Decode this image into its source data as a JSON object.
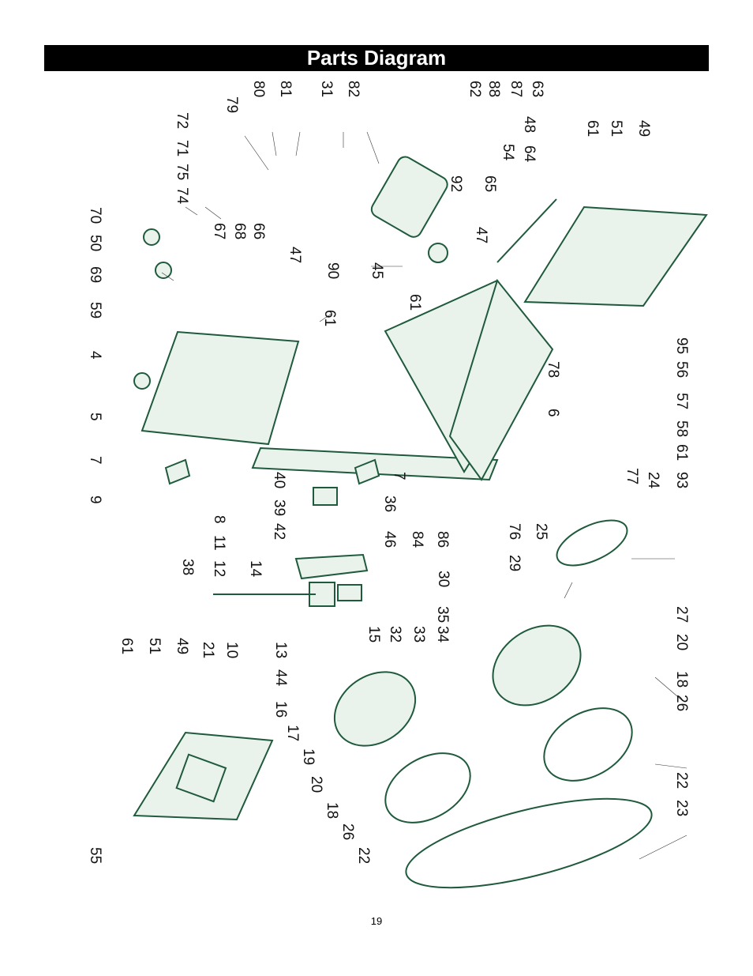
{
  "page": {
    "title": "Parts Diagram",
    "page_number": "19"
  },
  "colors": {
    "part_stroke": "#1f5a3c",
    "part_fill": "#e9f3ec",
    "label": "#111111",
    "title_bar": "#000000",
    "title_text": "#ffffff"
  },
  "callouts": [
    "79",
    "80",
    "81",
    "31",
    "82",
    "62",
    "88",
    "87",
    "63",
    "72",
    "71",
    "75",
    "74",
    "70",
    "50",
    "69",
    "59",
    "67",
    "68",
    "66",
    "47",
    "90",
    "45",
    "92",
    "47",
    "61",
    "51",
    "49",
    "48",
    "64",
    "54",
    "65",
    "4",
    "61",
    "61",
    "78",
    "6",
    "5",
    "7",
    "9",
    "8",
    "11",
    "12",
    "40",
    "39",
    "42",
    "36",
    "7",
    "46",
    "38",
    "14",
    "21",
    "10",
    "13",
    "84",
    "86",
    "76",
    "25",
    "77",
    "24",
    "93",
    "56",
    "57",
    "58",
    "61",
    "95",
    "30",
    "29",
    "27",
    "20",
    "18",
    "26",
    "22",
    "23",
    "35",
    "34",
    "33",
    "32",
    "15",
    "44",
    "16",
    "17",
    "19",
    "20",
    "18",
    "26",
    "22",
    "61",
    "51",
    "49",
    "55"
  ]
}
